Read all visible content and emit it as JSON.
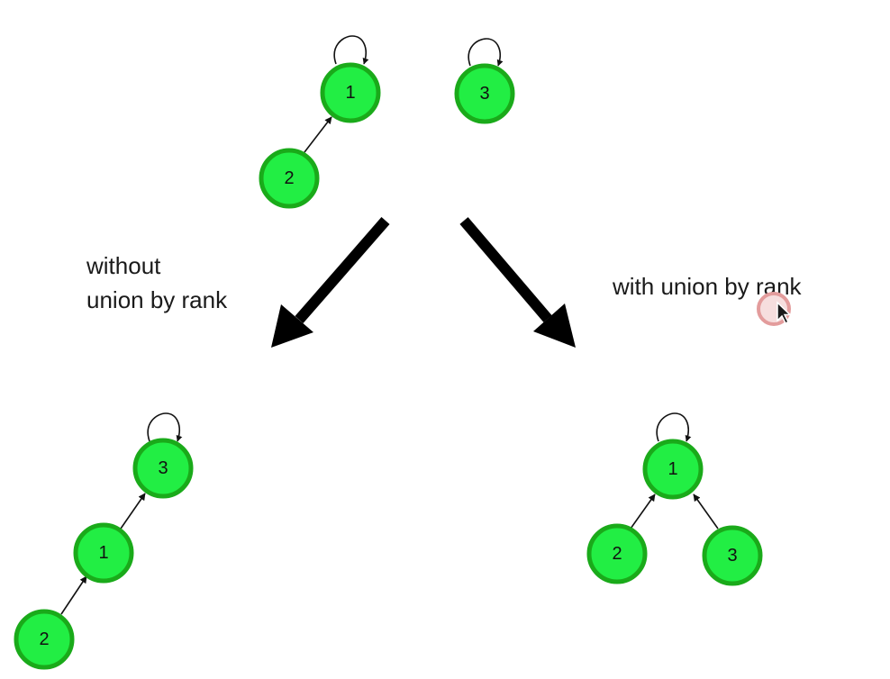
{
  "captions": {
    "without_line1": "without",
    "without_line2": "union by rank",
    "with": "with union by rank"
  },
  "trees": {
    "initial": {
      "nodes": [
        {
          "id": "i1",
          "label": "1"
        },
        {
          "id": "i2",
          "label": "2"
        },
        {
          "id": "i3",
          "label": "3"
        }
      ]
    },
    "without_union_by_rank": {
      "nodes": [
        {
          "id": "w3",
          "label": "3"
        },
        {
          "id": "w1",
          "label": "1"
        },
        {
          "id": "w2",
          "label": "2"
        }
      ]
    },
    "with_union_by_rank": {
      "nodes": [
        {
          "id": "r1",
          "label": "1"
        },
        {
          "id": "r2",
          "label": "2"
        },
        {
          "id": "r3",
          "label": "3"
        }
      ]
    }
  },
  "colors": {
    "node_fill": "#22ee44",
    "node_stroke": "#1aaa1a",
    "arrow": "#000000"
  }
}
